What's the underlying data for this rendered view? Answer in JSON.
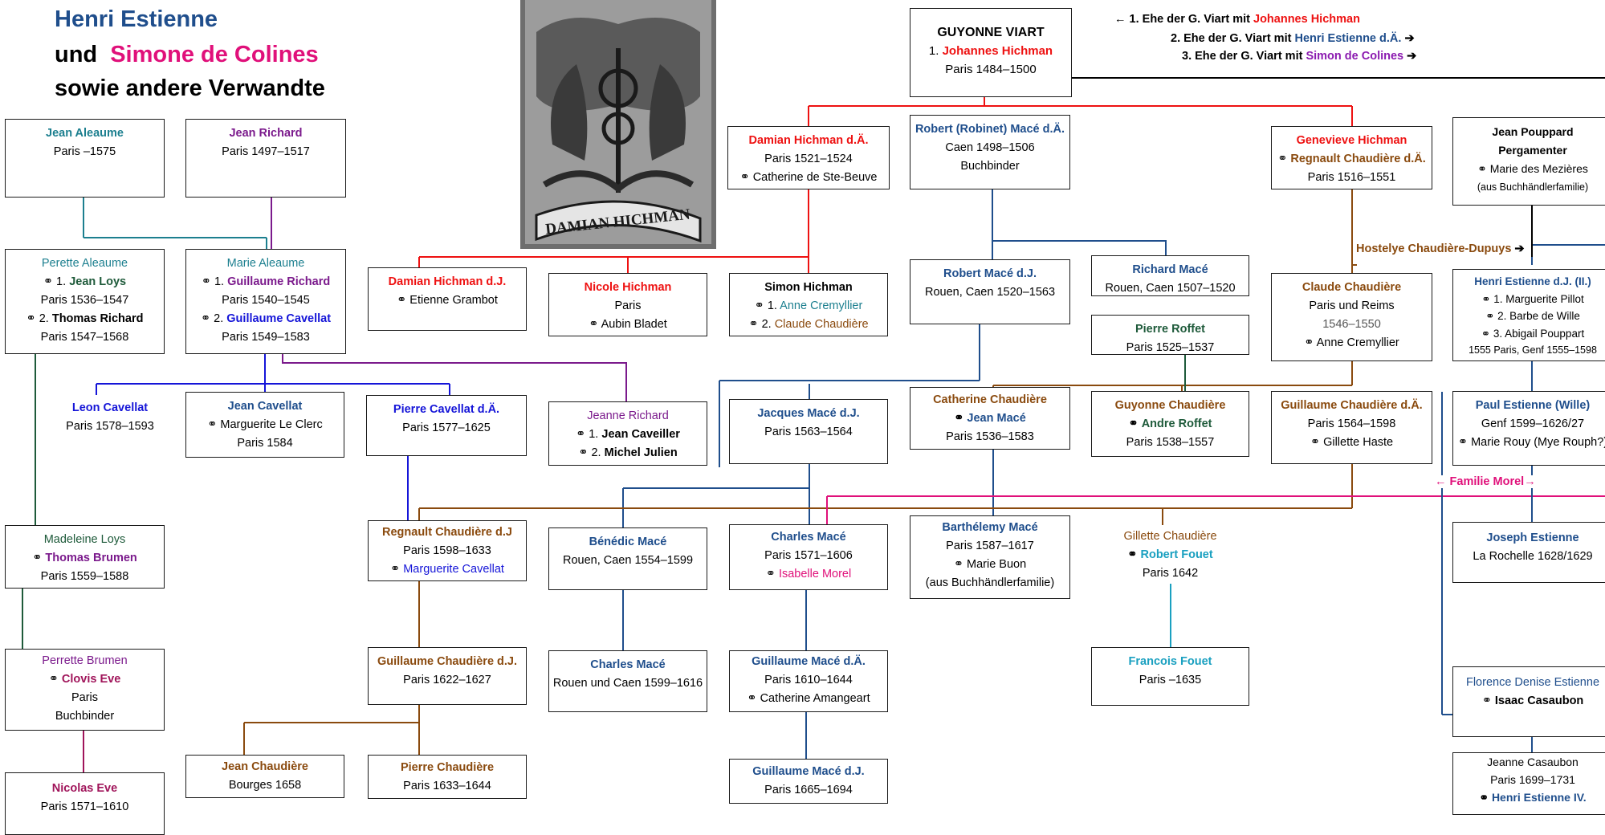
{
  "title": {
    "line1": "Henri Estienne",
    "line2_a": "und",
    "line2_b": "Simone de Colines",
    "line3": "sowie andere Verwandte"
  },
  "emblem_text": "DAMIAN HICHMAN",
  "notes": {
    "ehe1_arrow": "←",
    "ehe1_text": "1. Ehe der G. Viart mit",
    "ehe1_name": "Johannes Hichman",
    "ehe2_text": "2. Ehe der G. Viart mit",
    "ehe2_name": "Henri Estienne d.Ä.",
    "ehe2_arrow": "➔",
    "ehe3_text": "3. Ehe der G. Viart mit",
    "ehe3_name": "Simon de Colines",
    "ehe3_arrow": "➔",
    "hostelye_a": "Hostelye Chaudière",
    "hostelye_b": "-Dupuys",
    "hostelye_arrow": "➔",
    "morel": "← Familie Morel→"
  },
  "colors": {
    "red": "#ee1111",
    "teal": "#1c7f8f",
    "purple": "#7b1a8c",
    "darkblue": "#1f4e8c",
    "brown": "#8a4a0e",
    "green": "#1e5a3a",
    "magenta": "#e0107a",
    "blue": "#1515d8",
    "cyan": "#1aa0c0",
    "violet": "#8b1ab0"
  },
  "nodes": {
    "viart": [
      "GUYONNE VIART",
      "1.",
      "Johannes Hichman",
      "Paris 1484–1500"
    ],
    "jean_aleaume": [
      "Jean Aleaume",
      "Paris –1575"
    ],
    "jean_richard": [
      "Jean Richard",
      "Paris 1497–1517"
    ],
    "perette_aleaume": [
      "Perette Aleaume",
      "⚭ 1.",
      "Jean Loys",
      "Paris 1536–1547",
      "⚭ 2.",
      "Thomas Richard",
      "Paris 1547–1568"
    ],
    "marie_aleaume": [
      "Marie Aleaume",
      "⚭ 1.",
      "Guillaume Richard",
      "Paris 1540–1545",
      "⚭ 2.",
      "Guillaume Cavellat",
      "Paris 1549–1583"
    ],
    "damian_da": [
      "Damian Hichman d.Ä.",
      "Paris 1521–1524",
      "⚭ Catherine de Ste-Beuve"
    ],
    "robert_mace_da": [
      "Robert (Robinet) Macé d.Ä.",
      "Caen 1498–1506",
      "Buchbinder"
    ],
    "genevieve": [
      "Genevieve Hichman",
      "⚭",
      "Regnault Chaudière d.Ä.",
      "Paris 1516–1551"
    ],
    "jean_pouppard": [
      "Jean Pouppard",
      "Pergamenter",
      "⚭ Marie des Mezières",
      "(aus Buchhändlerfamilie)"
    ],
    "damian_dj": [
      "Damian Hichman d.J.",
      "⚭ Etienne Grambot"
    ],
    "nicole": [
      "Nicole Hichman",
      "Paris",
      "⚭ Aubin Bladet"
    ],
    "simon_hichman": [
      "Simon Hichman",
      "⚭ 1.",
      "Anne Cremyllier",
      "⚭ 2.",
      "Claude Chaudière"
    ],
    "robert_mace_dj": [
      "Robert Macé d.J.",
      "Rouen, Caen 1520–1563"
    ],
    "richard_mace": [
      "Richard Macé",
      "Rouen, Caen 1507–1520"
    ],
    "pierre_roffet": [
      "Pierre Roffet",
      "Paris 1525–1537"
    ],
    "claude_chaudiere": [
      "Claude Chaudière",
      "Paris und Reims",
      "1546–1550",
      "⚭ Anne Cremyllier"
    ],
    "henri_dj": [
      "Henri Estienne d.J. (II.)",
      "⚭ 1. Marguerite Pillot",
      "⚭ 2. Barbe de Wille",
      "⚭ 3. Abigail Pouppart",
      "1555 Paris, Genf 1555–1598"
    ],
    "leon": [
      "Leon Cavellat",
      "Paris 1578–1593"
    ],
    "jean_cavellat": [
      "Jean Cavellat",
      "⚭ Marguerite Le Clerc",
      "Paris 1584"
    ],
    "pierre_cavellat": [
      "Pierre Cavellat d.Ä.",
      "Paris 1577–1625"
    ],
    "jeanne_richard": [
      "Jeanne Richard",
      "⚭ 1.",
      "Jean Caveiller",
      "⚭ 2.",
      "Michel Julien"
    ],
    "jacques_mace": [
      "Jacques Macé d.J.",
      "Paris 1563–1564"
    ],
    "catherine_ch": [
      "Catherine Chaudière",
      "⚭",
      "Jean Macé",
      "Paris 1536–1583"
    ],
    "guyonne_ch": [
      "Guyonne Chaudière",
      "⚭",
      "Andre Roffet",
      "Paris 1538–1557"
    ],
    "guillaume_ch_da": [
      "Guillaume Chaudière d.Ä.",
      "Paris 1564–1598",
      "⚭ Gillette Haste"
    ],
    "paul_estienne": [
      "Paul Estienne (Wille)",
      "Genf 1599–1626/27",
      "⚭ Marie Rouy (Mye Rouph?)"
    ],
    "madeleine_loys": [
      "Madeleine Loys",
      "⚭",
      "Thomas Brumen",
      "Paris 1559–1588"
    ],
    "regnault_dj": [
      "Regnault Chaudière d.J",
      "Paris 1598–1633",
      "⚭",
      "Marguerite Cavellat"
    ],
    "benedic": [
      "Bénédic Macé",
      "Rouen, Caen 1554–1599"
    ],
    "charles_mace1": [
      "Charles Macé",
      "Paris 1571–1606",
      "⚭",
      "Isabelle Morel"
    ],
    "barthelemy": [
      "Barthélemy Macé",
      "Paris 1587–1617",
      "⚭ Marie Buon",
      "(aus Buchhändlerfamilie)"
    ],
    "gillette": [
      "Gillette Chaudière",
      "⚭",
      "Robert Fouet",
      "Paris 1642"
    ],
    "joseph": [
      "Joseph Estienne",
      "La Rochelle 1628/1629"
    ],
    "perrette_brumen": [
      "Perrette Brumen",
      "⚭",
      "Clovis Eve",
      "Paris",
      "Buchbinder"
    ],
    "guillaume_ch_dj": [
      "Guillaume Chaudière d.J.",
      "Paris 1622–1627"
    ],
    "charles_mace2": [
      "Charles Macé",
      "Rouen und Caen 1599–1616"
    ],
    "guillaume_mace_da": [
      "Guillaume Macé d.Ä.",
      "Paris 1610–1644",
      "⚭ Catherine Amangeart"
    ],
    "francois": [
      "Francois Fouet",
      "Paris –1635"
    ],
    "florence": [
      "Florence Denise Estienne",
      "⚭",
      "Isaac Casaubon"
    ],
    "jean_ch": [
      "Jean Chaudière",
      "Bourges 1658"
    ],
    "pierre_ch": [
      "Pierre Chaudière",
      "Paris 1633–1644"
    ],
    "guillaume_mace_dj": [
      "Guillaume Macé d.J.",
      "Paris 1665–1694"
    ],
    "nicolas": [
      "Nicolas Eve",
      "Paris 1571–1610"
    ],
    "jeanne_casaubon": [
      "Jeanne Casaubon",
      "Paris 1699–1731",
      "⚭",
      "Henri Estienne IV."
    ]
  }
}
